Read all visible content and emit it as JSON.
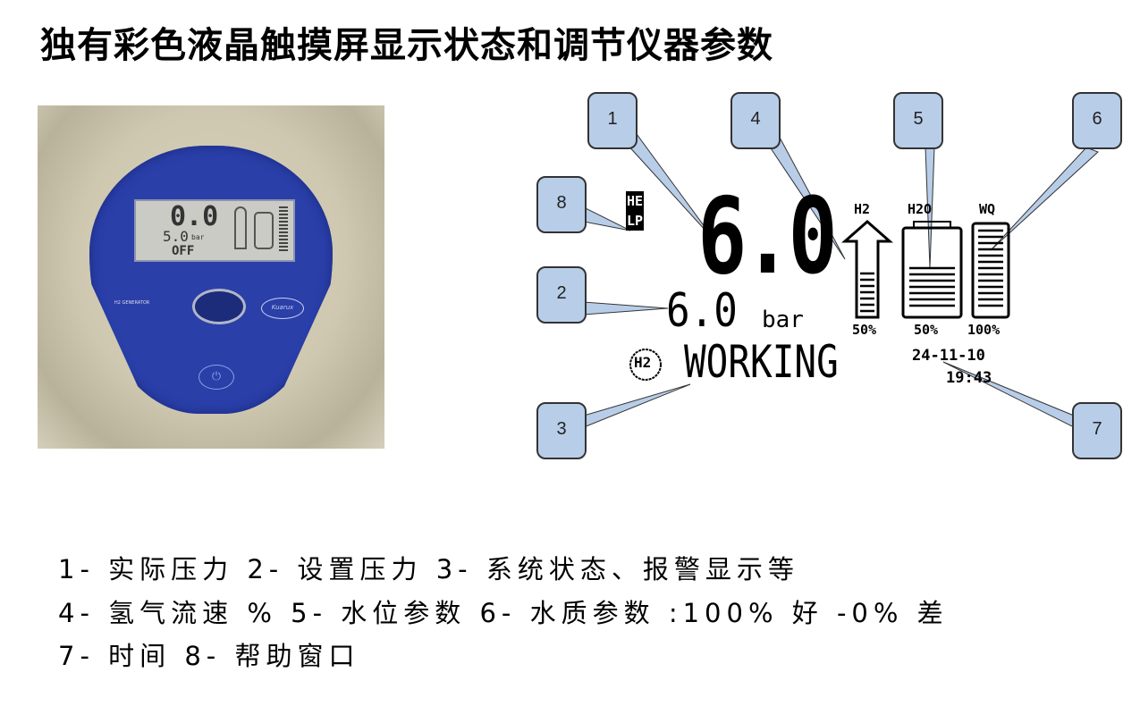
{
  "title": "独有彩色液晶触摸屏显示状态和调节仪器参数",
  "photo": {
    "lcd_pressure": "0.0",
    "lcd_set": "5.0",
    "lcd_unit": "bar",
    "lcd_status": "OFF",
    "label": "H2 GENERATOR",
    "brand": "Kuarux",
    "power_icon": "power-icon"
  },
  "display": {
    "help": "HELP",
    "actual_pressure": "6.0",
    "set_pressure": "6.0",
    "unit": "bar",
    "h2_badge": "H2",
    "status": "WORKING",
    "h2_label": "H2",
    "h2_percent": "50%",
    "h2_level": 0.5,
    "water_label": "H2O",
    "water_percent": "50%",
    "water_level": 0.5,
    "wq_label": "WQ",
    "wq_percent": "100%",
    "wq_level": 1.0,
    "date": "24-11-10",
    "time": "19:43"
  },
  "callouts": [
    "1",
    "2",
    "3",
    "4",
    "5",
    "6",
    "7",
    "8"
  ],
  "legend": [
    "1- 实际压力  2- 设置压力  3- 系统状态、报警显示等",
    "4- 氢气流速 %  5- 水位参数  6- 水质参数 :100% 好 -0% 差",
    "7- 时间 8- 帮助窗口"
  ],
  "colors": {
    "callout": "#b8cde8",
    "panel": "#2a3fa8"
  }
}
